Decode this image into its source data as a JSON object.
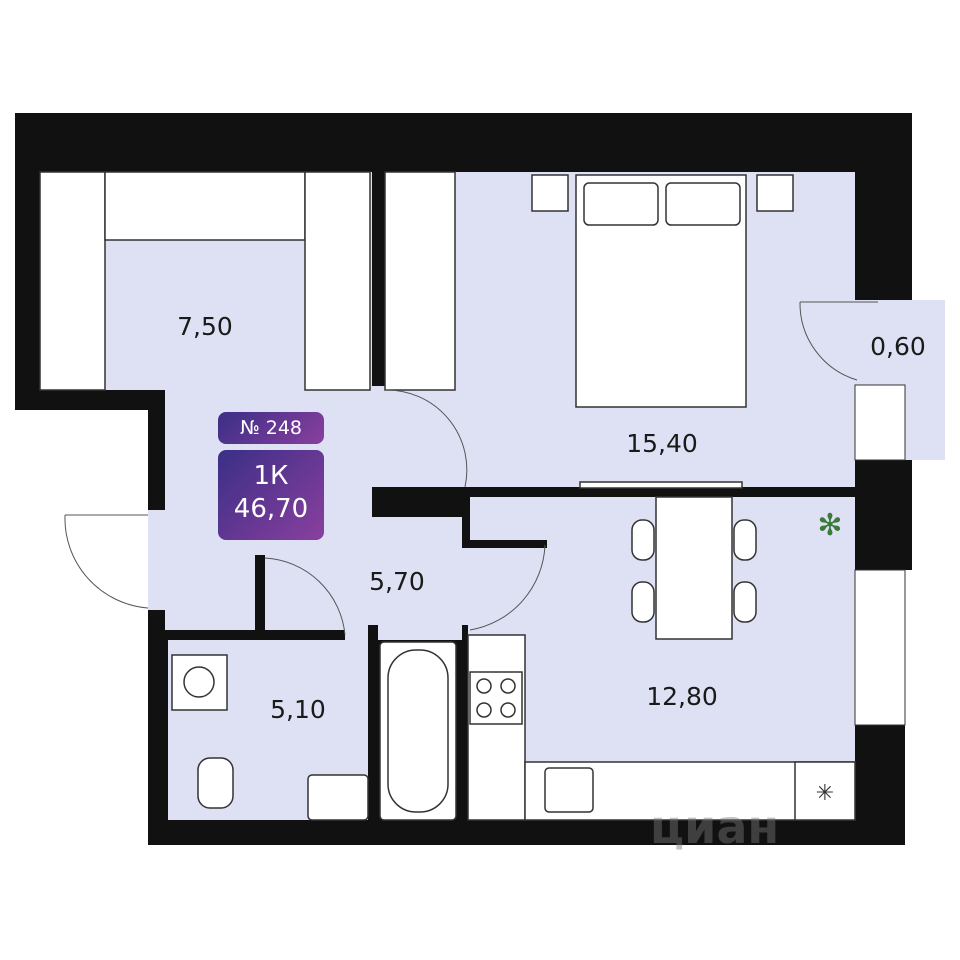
{
  "plan": {
    "apartment_number": "№ 248",
    "type": "1К",
    "total_area": "46,70",
    "rooms": [
      {
        "name": "wardrobe",
        "area": "7,50"
      },
      {
        "name": "bedroom",
        "area": "15,40"
      },
      {
        "name": "balcony",
        "area": "0,60"
      },
      {
        "name": "hallway",
        "area": "5,70"
      },
      {
        "name": "bathroom",
        "area": "5,10"
      },
      {
        "name": "kitchen",
        "area": "12,80"
      }
    ]
  },
  "watermark": "циан",
  "colors": {
    "room_fill": "#dde1f3",
    "wall": "#111111",
    "badge_start": "#3a2f86",
    "badge_end": "#8a3f9e"
  }
}
